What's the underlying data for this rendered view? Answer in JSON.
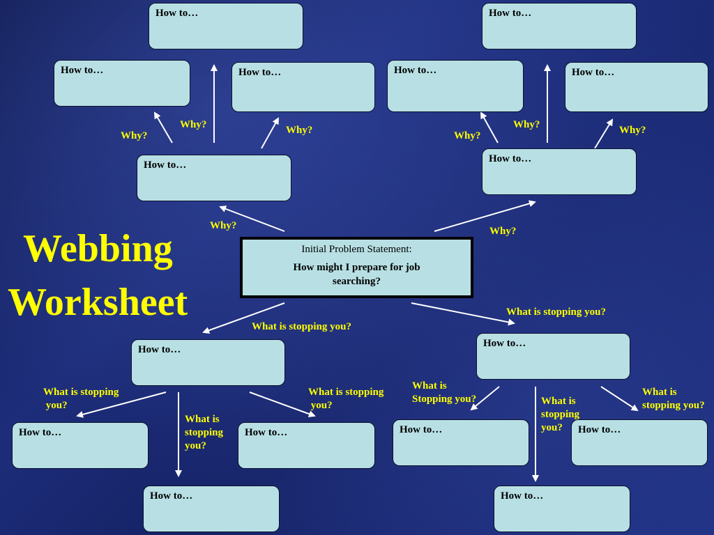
{
  "title_line1": "Webbing",
  "title_line2": "Worksheet",
  "center": {
    "heading": "Initial Problem Statement:",
    "question": "How might I prepare for job searching?"
  },
  "box_text": "How to…",
  "why": "Why?",
  "stopping": "What is stopping you?",
  "stopping_split_a": "What is stopping\n you?",
  "stopping_split_b": "What is stopping\n you?",
  "stopping_split_c": "What is\nstopping\nyou?",
  "stopping_split_d": "What is\nStopping you?",
  "stopping_split_e": "What is\nstopping\nyou?",
  "stopping_split_f": "What is\nstopping you?",
  "colors": {
    "box": "#b8e0e4",
    "label": "#ffff00",
    "arrow": "#ffffff"
  }
}
